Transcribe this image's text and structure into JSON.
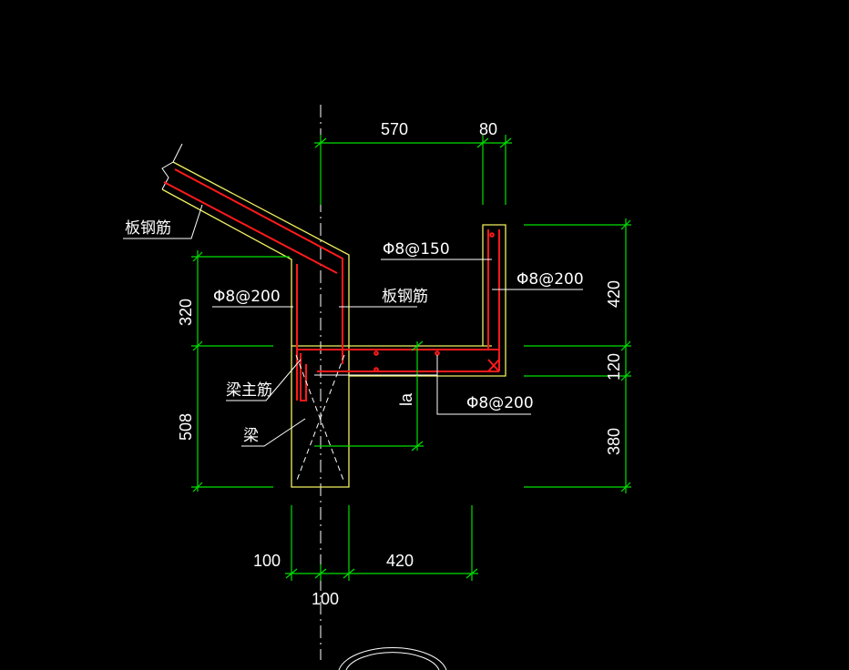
{
  "dimensions": {
    "top_570": "570",
    "top_80": "80",
    "left_320": "320",
    "left_508": "508",
    "right_420": "420",
    "right_120": "120",
    "right_380": "380",
    "bottom_100": "100",
    "bottom_420": "420",
    "bottom_100_lower": "100",
    "la": "la"
  },
  "labels": {
    "slab_rebar_top": "板钢筋",
    "slab_rebar_mid": "板钢筋",
    "phi8_200_left": "Φ8@200",
    "phi8_150": "Φ8@150",
    "phi8_200_right": "Φ8@200",
    "phi8_200_bottom": "Φ8@200",
    "beam_main_rebar": "梁主筋",
    "beam": "梁"
  },
  "colors": {
    "background": "#000000",
    "dimension": "#00e000",
    "concrete_outline": "#f0f060",
    "rebar": "#ff1a1a",
    "text": "#ffffff"
  }
}
